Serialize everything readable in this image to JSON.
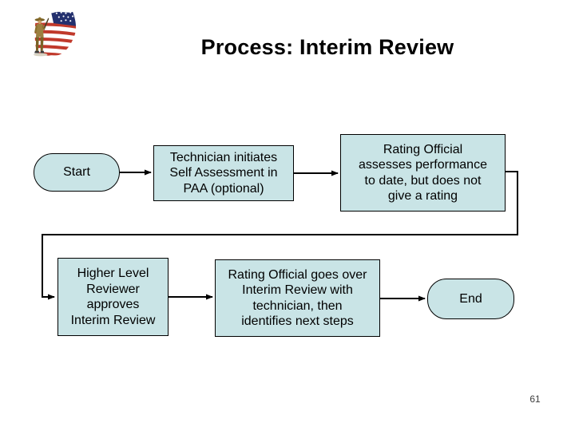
{
  "slide": {
    "title": "Process: Interim Review",
    "page_number": "61"
  },
  "colors": {
    "node_fill": "#c9e4e6",
    "node_border": "#000000",
    "connector": "#000000",
    "title_text": "#000000"
  },
  "logo": {
    "name": "ohio-shaped-flag-with-soldier-logo"
  },
  "flowchart": {
    "nodes": {
      "start": {
        "type": "terminator",
        "label": "Start"
      },
      "technician": {
        "type": "process",
        "label": "Technician initiates\nSelf Assessment in\nPAA (optional)"
      },
      "rating_assess": {
        "type": "process",
        "label": "Rating Official\nassesses performance\nto date, but does not\ngive a rating"
      },
      "higher_level": {
        "type": "process",
        "label": "Higher Level\nReviewer\napproves\nInterim Review"
      },
      "rating_review": {
        "type": "process",
        "label": "Rating Official goes over\nInterim Review with\ntechnician, then\nidentifies next steps"
      },
      "end": {
        "type": "terminator",
        "label": "End"
      }
    },
    "edges": [
      "start -> technician",
      "technician -> rating_assess",
      "rating_assess -> higher_level",
      "higher_level -> rating_review",
      "rating_review -> end"
    ]
  }
}
